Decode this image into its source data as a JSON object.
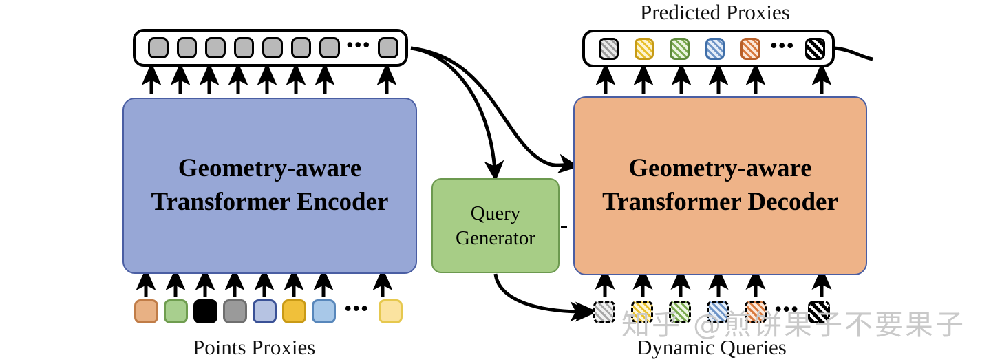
{
  "diagram": {
    "title_predicted_proxies": "Predicted Proxies",
    "caption_points_proxies": "Points Proxies",
    "caption_dynamic_queries": "Dynamic Queries",
    "ellipsis": "•••",
    "watermark": "知乎 @煎饼果子不要果子"
  },
  "modules": {
    "encoder": {
      "line1": "Geometry-aware",
      "line2": "Transformer Encoder",
      "fill": "#97a7d6",
      "stroke": "#4a5ea3"
    },
    "decoder": {
      "line1": "Geometry-aware",
      "line2": "Transformer Decoder",
      "fill": "#eeb388",
      "stroke": "#4a5ea3"
    },
    "query_generator": {
      "line1": "Query",
      "line2": "Generator",
      "fill": "#a7cd86",
      "stroke": "#6c994f"
    }
  },
  "encoder_output_tokens": {
    "count": 8,
    "fill": "#b9b9b9",
    "stroke": "#000000",
    "ellipsis_after_index": 7
  },
  "predicted_proxies": [
    {
      "name": "proxy-gray",
      "fill": "#e8e8e8",
      "stripe": "#9a9a9a",
      "stroke": "#000000"
    },
    {
      "name": "proxy-yellow",
      "fill": "#fdf3cf",
      "stripe": "#e8bf2a",
      "stroke": "#c69a16"
    },
    {
      "name": "proxy-green",
      "fill": "#eaf4e0",
      "stripe": "#7aa94f",
      "stroke": "#5e8a3b"
    },
    {
      "name": "proxy-blue",
      "fill": "#e4edf8",
      "stripe": "#6c93c6",
      "stroke": "#3f6ea8"
    },
    {
      "name": "proxy-orange",
      "fill": "#fbe7d8",
      "stripe": "#d8793c",
      "stroke": "#b85f28"
    },
    {
      "name": "proxy-black",
      "fill": "#ffffff",
      "stripe": "#000000",
      "stroke": "#000000"
    }
  ],
  "points_proxies": [
    {
      "name": "point-orange",
      "fill": "#e8b184",
      "stroke": "#c07c47"
    },
    {
      "name": "point-green",
      "fill": "#a8cf8e",
      "stroke": "#6f9d4f"
    },
    {
      "name": "point-black",
      "fill": "#000000",
      "stroke": "#000000"
    },
    {
      "name": "point-gray",
      "fill": "#9a9a9a",
      "stroke": "#6f6f6f"
    },
    {
      "name": "point-periwinkle",
      "fill": "#b6c3e2",
      "stroke": "#3a5196"
    },
    {
      "name": "point-gold",
      "fill": "#f0c03a",
      "stroke": "#c99a16"
    },
    {
      "name": "point-lightblue",
      "fill": "#a8c8e8",
      "stroke": "#5887bb"
    },
    {
      "name": "point-paleyellow",
      "fill": "#fbe3a0",
      "stroke": "#e6c84e"
    }
  ],
  "dynamic_queries": [
    {
      "name": "query-gray",
      "fill": "#f2f2f2",
      "stripe": "#a8a8a8"
    },
    {
      "name": "query-yellow",
      "fill": "#fdf6d8",
      "stripe": "#e8bf2a"
    },
    {
      "name": "query-green",
      "fill": "#eef6e6",
      "stripe": "#7aa94f"
    },
    {
      "name": "query-blue",
      "fill": "#e6eff9",
      "stripe": "#6c93c6"
    },
    {
      "name": "query-orange",
      "fill": "#fce9db",
      "stripe": "#d8793c"
    },
    {
      "name": "query-black",
      "fill": "#ffffff",
      "stripe": "#000000"
    }
  ],
  "arrows": {
    "encoder_in_count": 8,
    "encoder_out_count": 8,
    "decoder_in_count": 6,
    "decoder_out_count": 6
  }
}
